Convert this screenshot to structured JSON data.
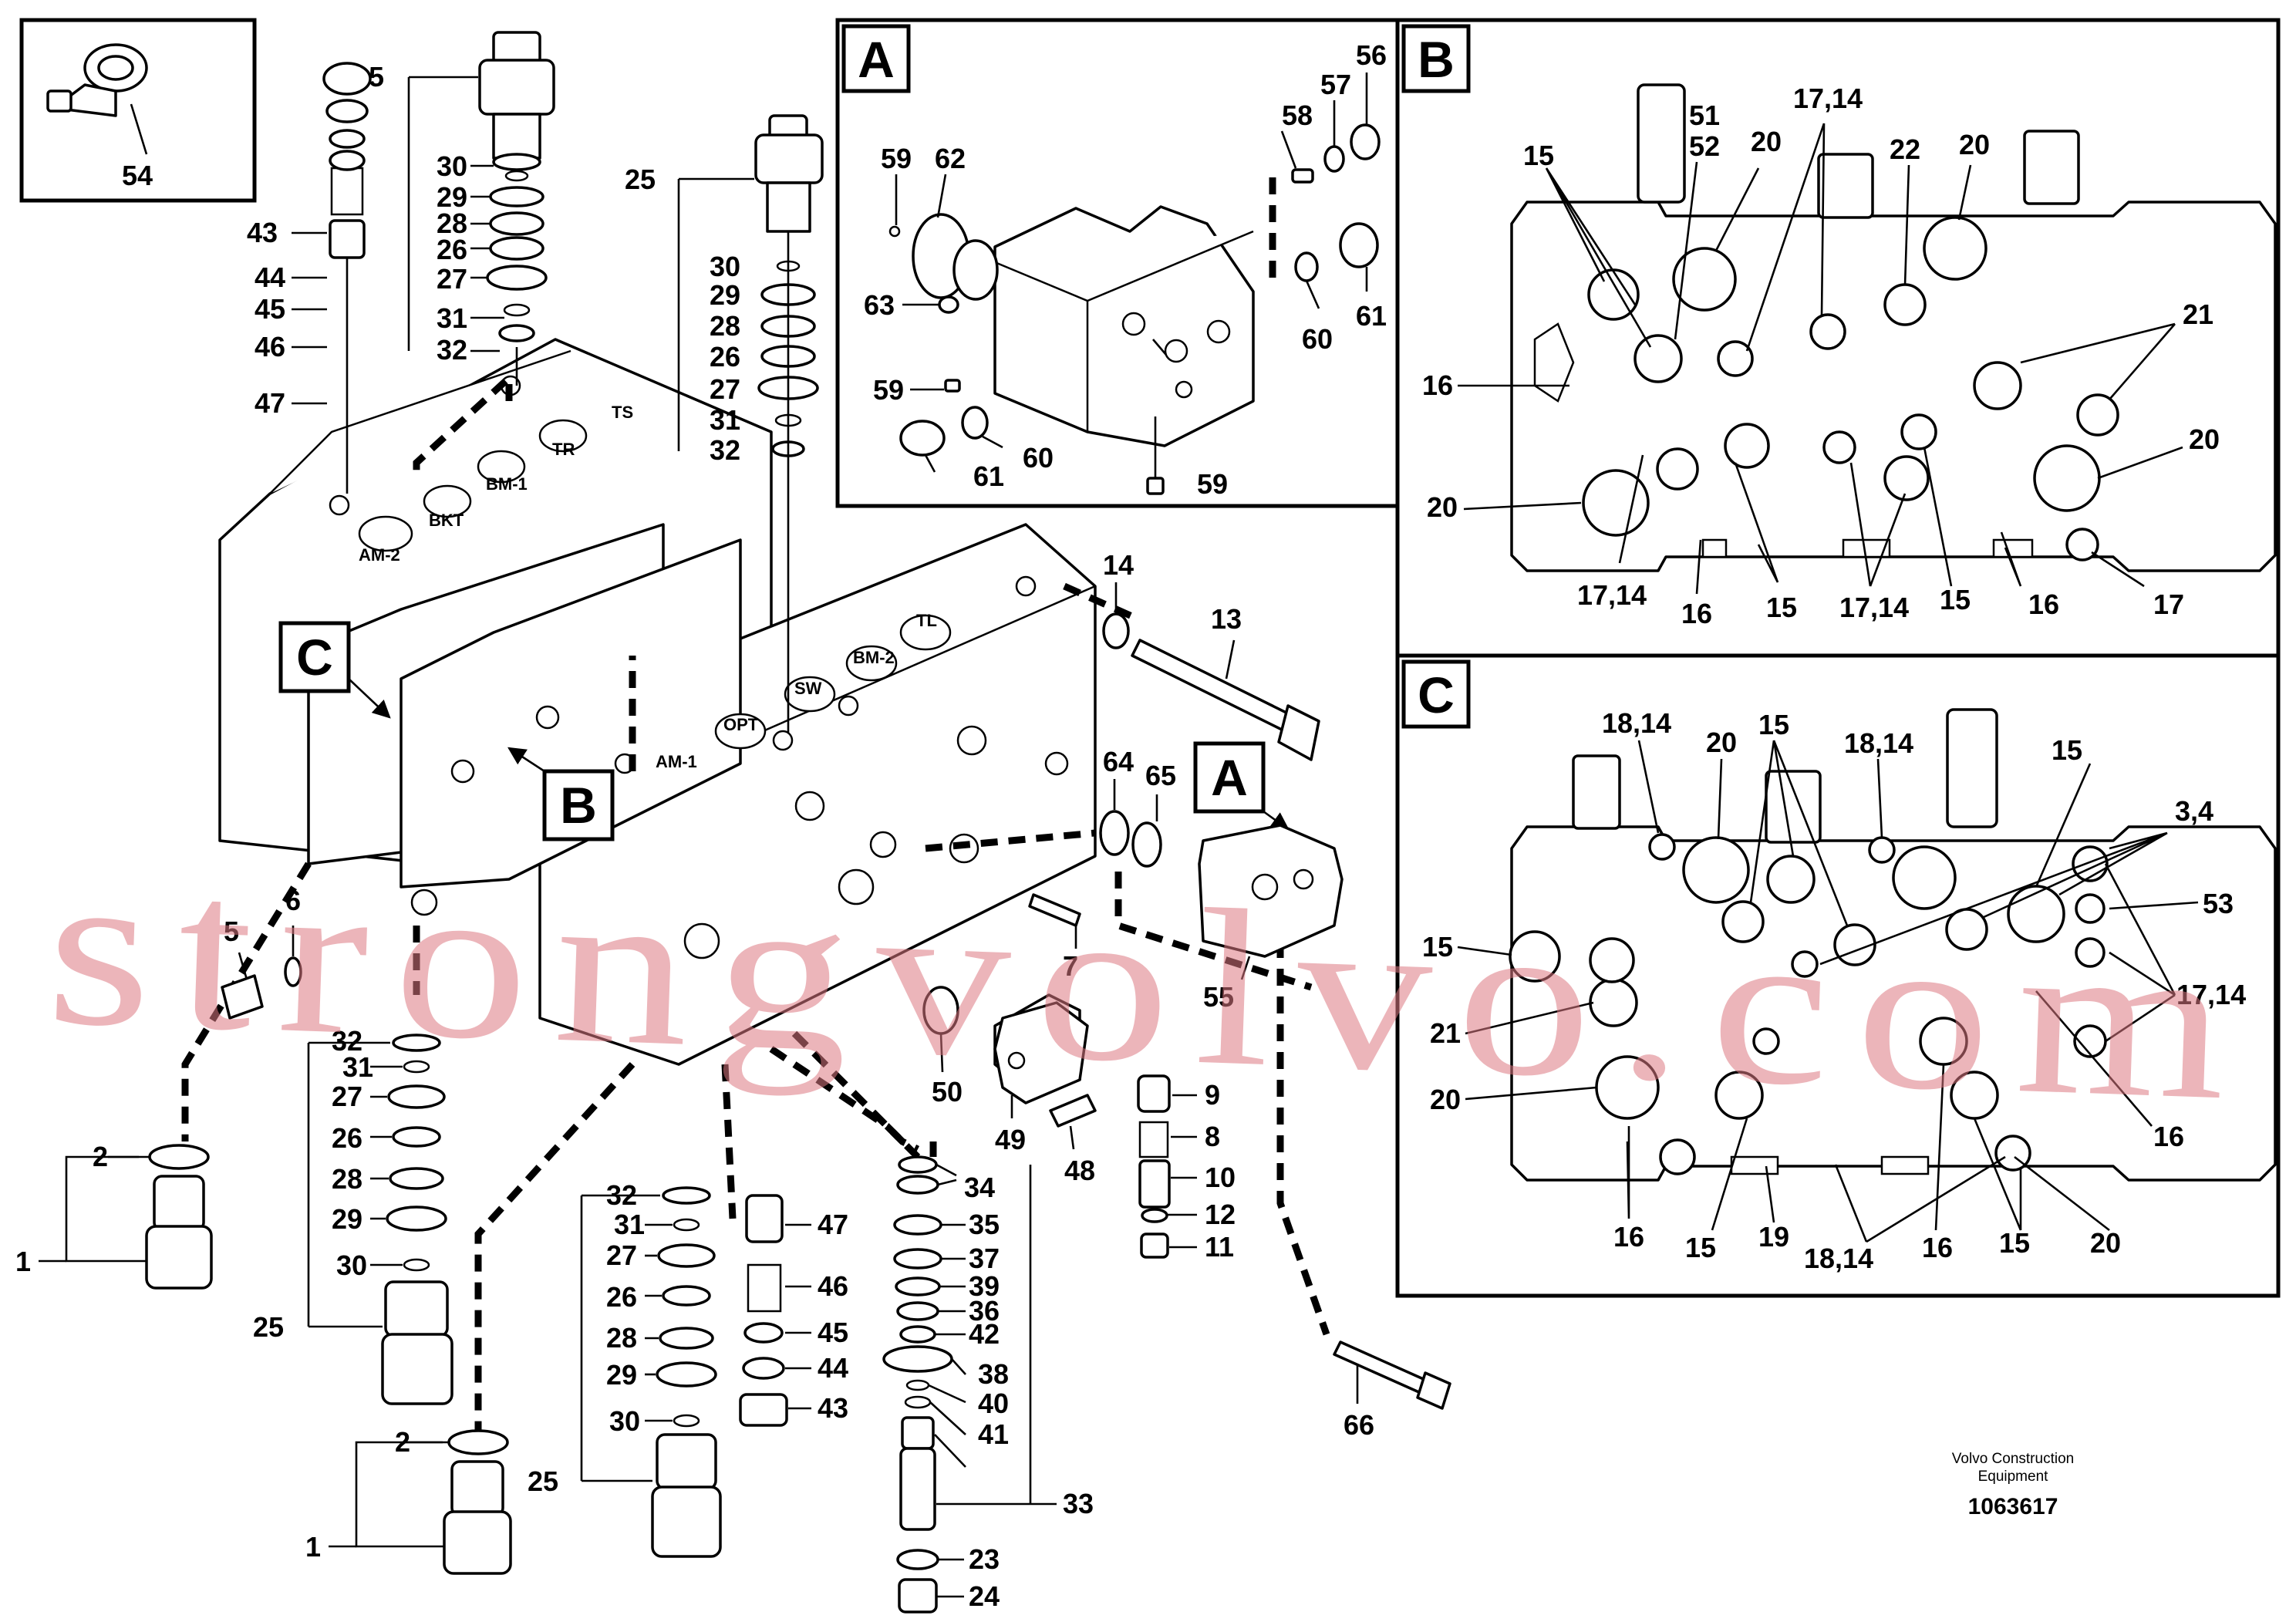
{
  "colors": {
    "ink": "#000000",
    "paper": "#ffffff",
    "watermark": "#dc7882"
  },
  "sections": {
    "a": "A",
    "b": "B",
    "c": "C"
  },
  "ports": {
    "ts": "TS",
    "tr": "TR",
    "bm1": "BM-1",
    "bkt": "BKT",
    "am2": "AM-2",
    "tl": "TL",
    "bm2": "BM-2",
    "sw": "SW",
    "opt": "OPT",
    "am1": "AM-1"
  },
  "watermark": "strongvolvo.com",
  "footer": {
    "company_line1": "Volvo Construction",
    "company_line2": "Equipment",
    "drawing_number": "1063617"
  },
  "main_labels": {
    "l54": "54",
    "l25_top": "25",
    "l30_a": "30",
    "l29_a": "29",
    "l28_a": "28",
    "l26_a": "26",
    "l27_a": "27",
    "l31_a": "31",
    "l32_a": "32",
    "l43_a": "43",
    "l44_a": "44",
    "l45_a": "45",
    "l46_a": "46",
    "l47_a": "47",
    "l25_mid": "25",
    "l30_b": "30",
    "l29_b": "29",
    "l28_b": "28",
    "l26_b": "26",
    "l27_b": "27",
    "l31_b": "31",
    "l32_b": "32",
    "l14": "14",
    "l13": "13",
    "l64": "64",
    "l65": "65",
    "l55": "55",
    "l7": "7",
    "l5": "5",
    "l6": "6",
    "l32_c": "32",
    "l31_c": "31",
    "l27_c": "27",
    "l26_c": "26",
    "l28_c": "28",
    "l29_c": "29",
    "l30_c": "30",
    "l25_c": "25",
    "l2_a": "2",
    "l1_a": "1",
    "l2_b": "2",
    "l1_b": "1",
    "l32_d": "32",
    "l31_d": "31",
    "l27_d": "27",
    "l26_d": "26",
    "l28_d": "28",
    "l29_d": "29",
    "l30_d": "30",
    "l25_d": "25",
    "l47_b": "47",
    "l46_b": "46",
    "l45_b": "45",
    "l44_b": "44",
    "l43_b": "43",
    "l50": "50",
    "l49": "49",
    "l48": "48",
    "l9": "9",
    "l8": "8",
    "l10": "10",
    "l12": "12",
    "l11": "11",
    "l34": "34",
    "l35": "35",
    "l37": "37",
    "l39": "39",
    "l36": "36",
    "l42": "42",
    "l38": "38",
    "l40": "40",
    "l41": "41",
    "l33": "33",
    "l23": "23",
    "l24": "24",
    "l66": "66"
  },
  "panel_a_labels": {
    "l59_a": "59",
    "l62": "62",
    "l63": "63",
    "l59_b": "59",
    "l61_a": "61",
    "l60_a": "60",
    "l59_c": "59",
    "l58": "58",
    "l57": "57",
    "l56": "56",
    "l60_b": "60",
    "l61_b": "61"
  },
  "panel_b_labels": {
    "l15": "15",
    "l51": "51",
    "l52": "52",
    "l20_a": "20",
    "l17_14_a": "17,14",
    "l22": "22",
    "l20_b": "20",
    "l21": "21",
    "l16_a": "16",
    "l20_c": "20",
    "l20_d": "20",
    "l17_14_b": "17,14",
    "l16_b": "16",
    "l15_b": "15",
    "l17_14_c": "17,14",
    "l15_c": "15",
    "l16_c": "16",
    "l17": "17"
  },
  "panel_c_labels": {
    "l18_14_a": "18,14",
    "l20_a": "20",
    "l15_a": "15",
    "l18_14_b": "18,14",
    "l15_b": "15",
    "l3_4": "3,4",
    "l53": "53",
    "l15_c": "15",
    "l17_14": "17,14",
    "l21": "21",
    "l20_b": "20",
    "l16_a": "16",
    "l16_b": "16",
    "l15_d": "15",
    "l19": "19",
    "l18_14_c": "18,14",
    "l16_c": "16",
    "l15_e": "15",
    "l20_c": "20"
  }
}
